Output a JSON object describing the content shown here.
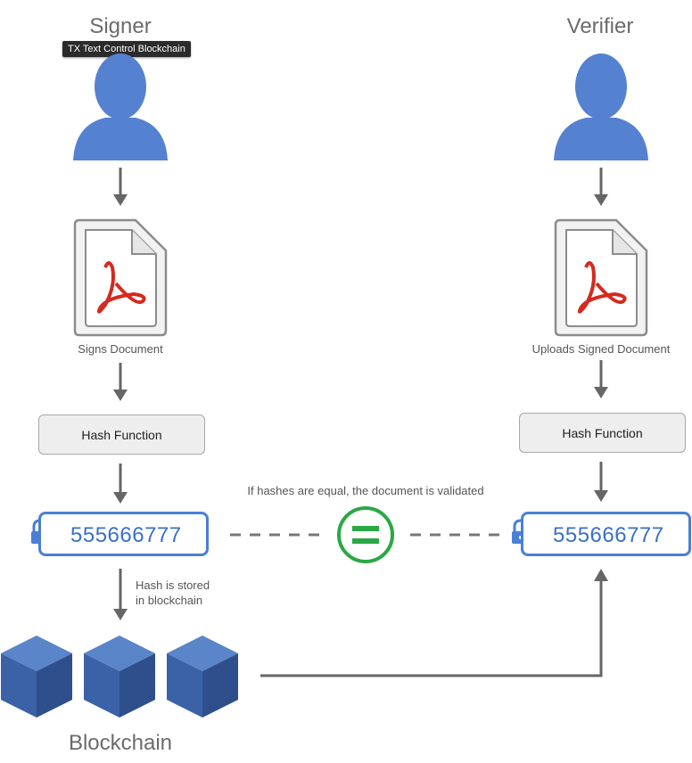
{
  "signer": {
    "title": "Signer",
    "tooltip": "TX Text Control Blockchain",
    "doc_caption": "Signs Document",
    "hash_function_label": "Hash Function",
    "hash_value": "555666777",
    "store_note_line1": "Hash is stored",
    "store_note_line2": "in blockchain"
  },
  "verifier": {
    "title": "Verifier",
    "doc_caption": "Uploads Signed Document",
    "hash_function_label": "Hash Function",
    "hash_value": "555666777"
  },
  "comparison": {
    "note": "If hashes are equal, the document is validated",
    "symbol": "="
  },
  "blockchain": {
    "label": "Blockchain",
    "block_count": 3
  },
  "colors": {
    "user": "#5582d0",
    "hash_border": "#4a7fd4",
    "hash_text": "#3a6fc9",
    "equal": "#2aa845",
    "block_top": "#5b85c9",
    "block_left": "#3b62a6",
    "block_right": "#2e4f8c",
    "arrow": "#666666",
    "pdf_red": "#d42a1f"
  },
  "icons": [
    "user-icon",
    "pdf-document-icon",
    "lock-icon",
    "equals-icon",
    "block-cube-icon",
    "arrow-down-icon",
    "arrow-up-icon"
  ]
}
